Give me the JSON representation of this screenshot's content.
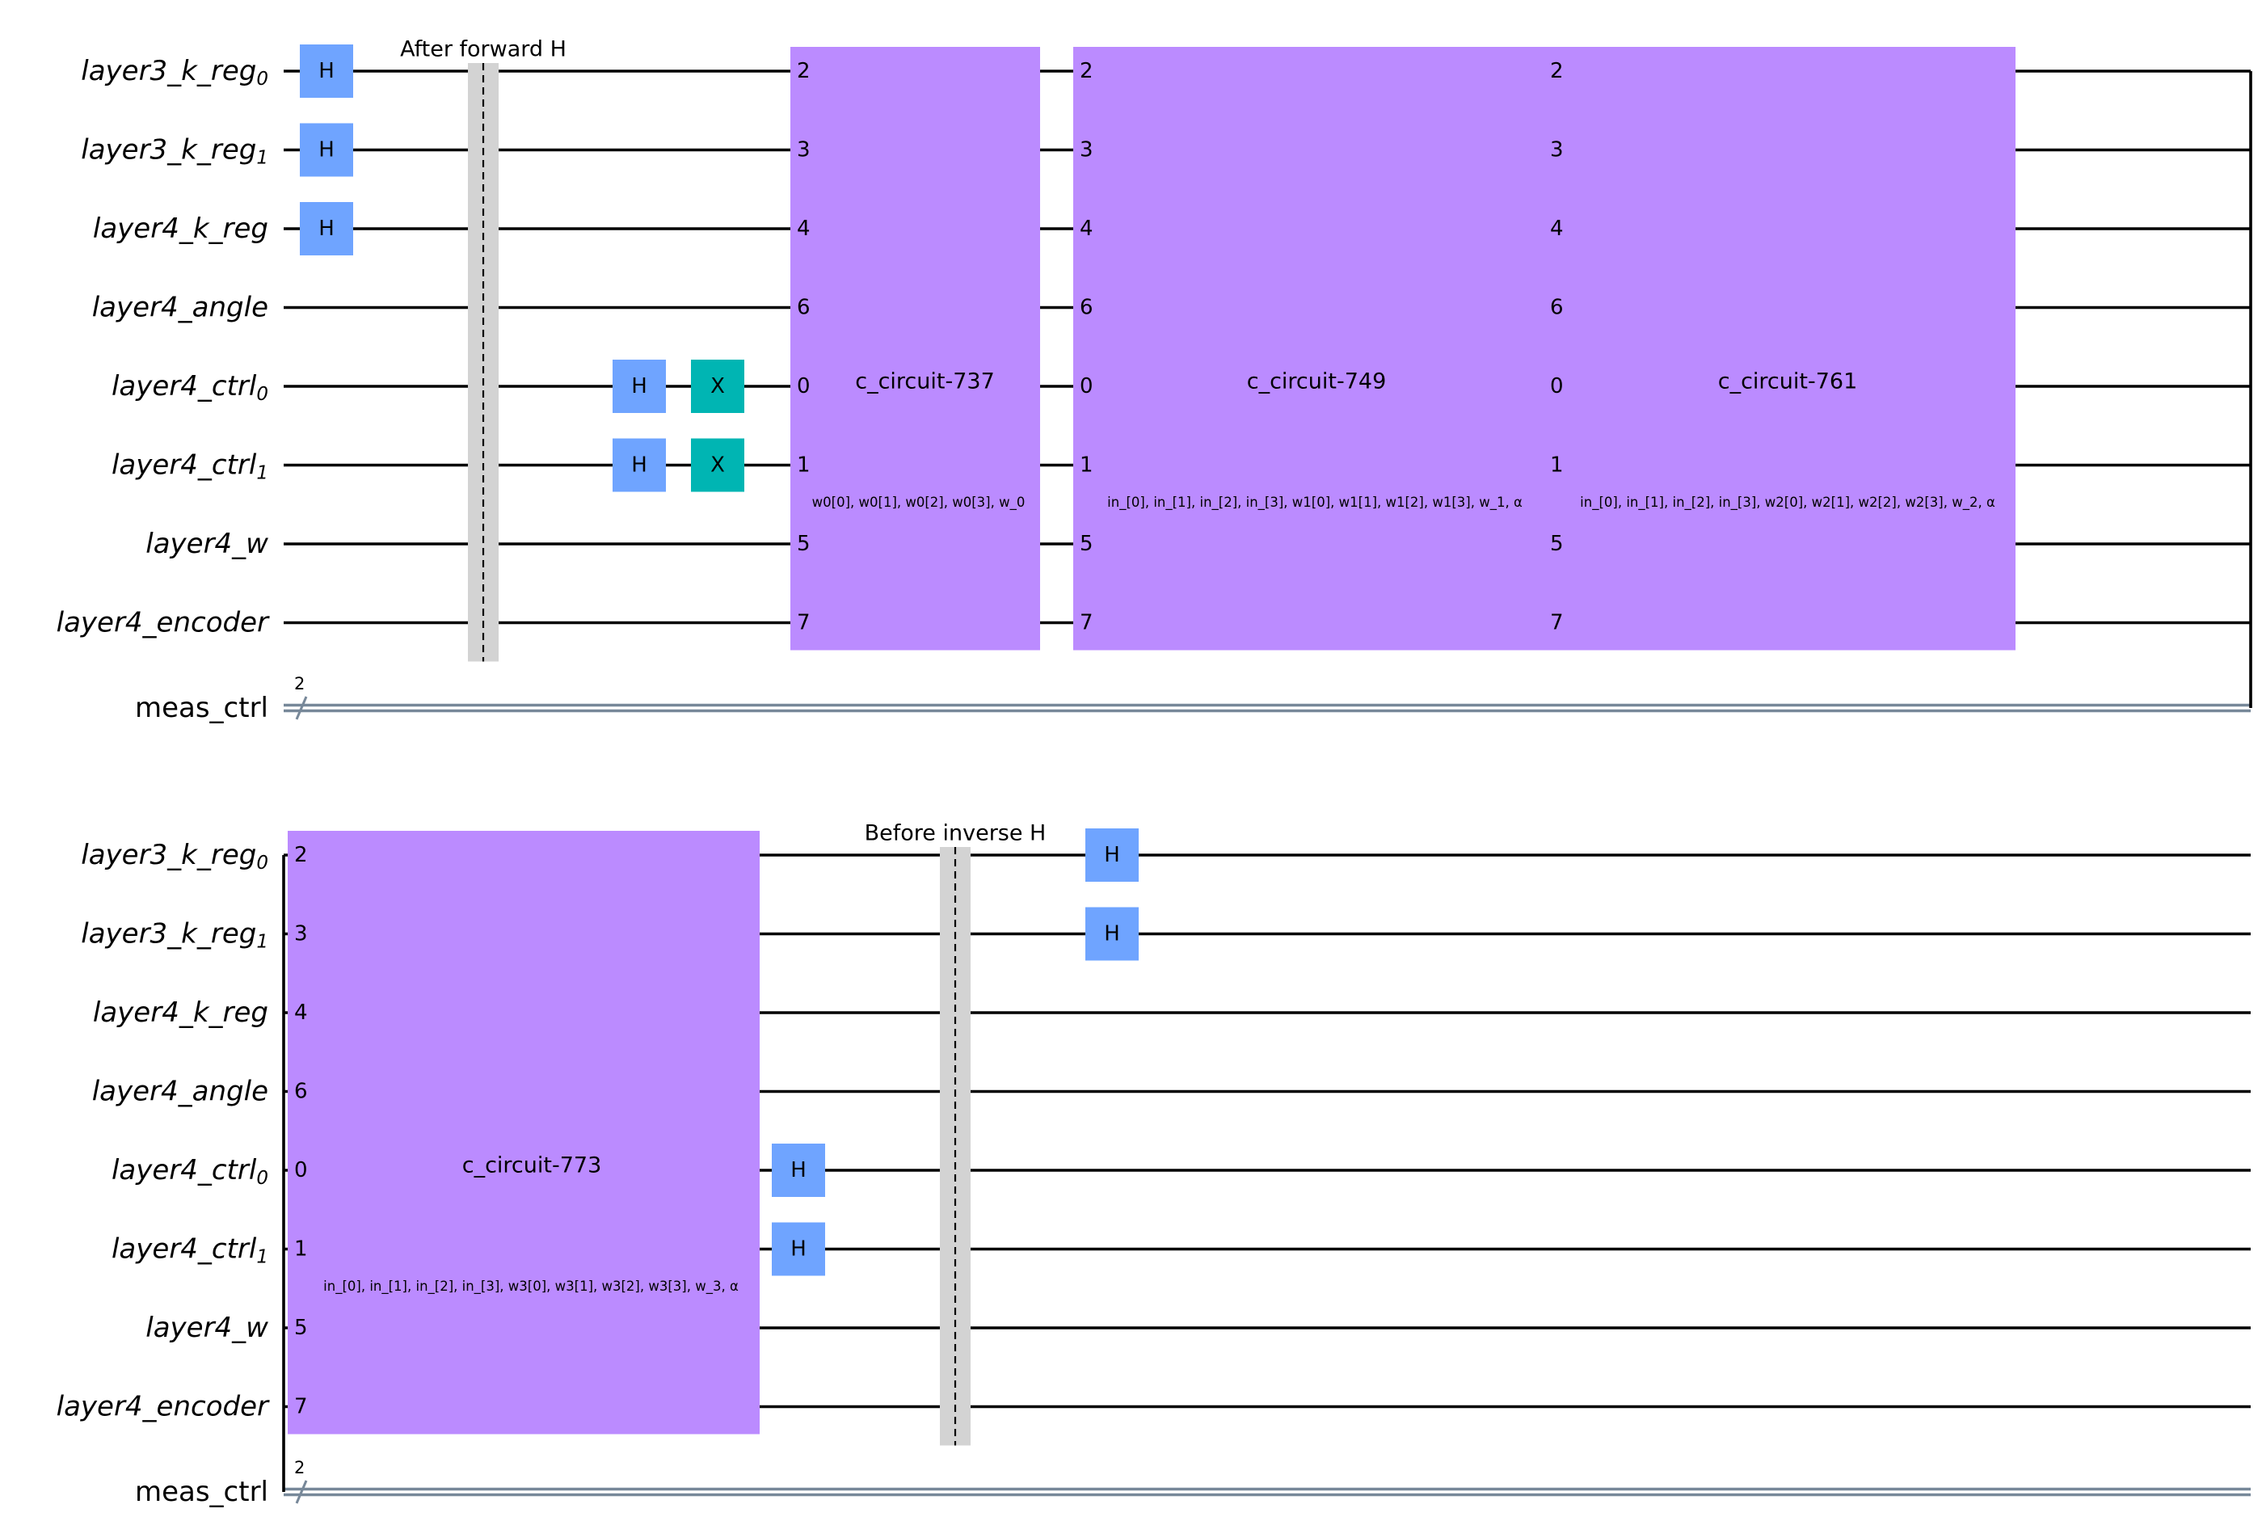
{
  "colors": {
    "h_gate": "#6fa4ff",
    "x_gate": "#00b5b3",
    "custom_box": "#bb8bff",
    "barrier": "#d3d3d3",
    "wire": "#000000",
    "classical_wire": "#778899"
  },
  "registers": [
    {
      "base": "layer3_k_reg",
      "sub": "0"
    },
    {
      "base": "layer3_k_reg",
      "sub": "1"
    },
    {
      "base": "layer4_k_reg",
      "sub": ""
    },
    {
      "base": "layer4_angle",
      "sub": ""
    },
    {
      "base": "layer4_ctrl",
      "sub": "0"
    },
    {
      "base": "layer4_ctrl",
      "sub": "1"
    },
    {
      "base": "layer4_w",
      "sub": ""
    },
    {
      "base": "layer4_encoder",
      "sub": ""
    }
  ],
  "classical_register": {
    "label": "meas_ctrl",
    "width": "2"
  },
  "panels": [
    {
      "name": "top",
      "gates": [
        {
          "type": "H",
          "qubit": 0
        },
        {
          "type": "H",
          "qubit": 1
        },
        {
          "type": "H",
          "qubit": 2
        },
        {
          "type": "H",
          "qubit": 4
        },
        {
          "type": "H",
          "qubit": 5
        },
        {
          "type": "X",
          "qubit": 4
        },
        {
          "type": "X",
          "qubit": 5
        }
      ],
      "barriers": [
        {
          "label": "After forward H"
        }
      ],
      "boxes": [
        {
          "name": "c_circuit-737",
          "params": "w0[0], w0[1], w0[2], w0[3], w_0",
          "pins": [
            "2",
            "3",
            "4",
            "6",
            "0",
            "1",
            "5",
            "7"
          ]
        },
        {
          "name": "c_circuit-749",
          "params": "in_[0], in_[1], in_[2], in_[3], w1[0], w1[1], w1[2], w1[3], w_1, α",
          "pins": [
            "2",
            "3",
            "4",
            "6",
            "0",
            "1",
            "5",
            "7"
          ]
        },
        {
          "name": "c_circuit-761",
          "params": "in_[0], in_[1], in_[2], in_[3], w2[0], w2[1], w2[2], w2[3], w_2, α",
          "pins": [
            "2",
            "3",
            "4",
            "6",
            "0",
            "1",
            "5",
            "7"
          ]
        }
      ]
    },
    {
      "name": "bottom",
      "gates": [
        {
          "type": "H",
          "qubit": 4
        },
        {
          "type": "H",
          "qubit": 5
        },
        {
          "type": "H",
          "qubit": 0
        },
        {
          "type": "H",
          "qubit": 1
        }
      ],
      "barriers": [
        {
          "label": "Before inverse H"
        }
      ],
      "boxes": [
        {
          "name": "c_circuit-773",
          "params": "in_[0], in_[1], in_[2], in_[3], w3[0], w3[1], w3[2], w3[3], w_3, α",
          "pins": [
            "2",
            "3",
            "4",
            "6",
            "0",
            "1",
            "5",
            "7"
          ]
        }
      ]
    }
  ]
}
